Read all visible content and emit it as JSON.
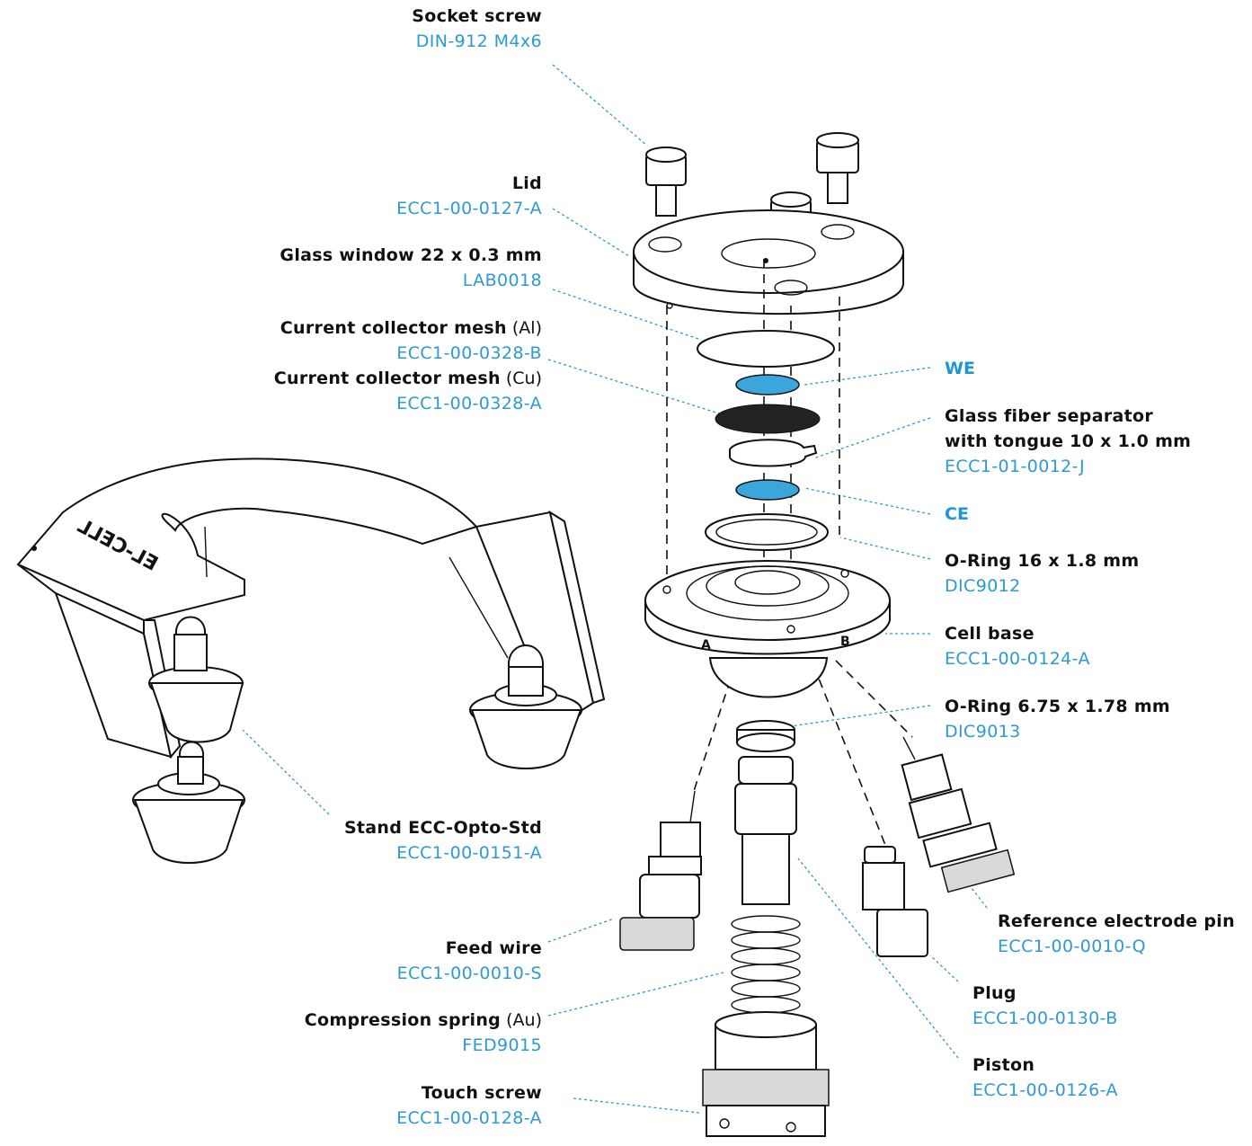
{
  "labels": {
    "socket_screw": {
      "name": "Socket screw",
      "code": "DIN-912 M4x6"
    },
    "lid": {
      "name": "Lid",
      "code": "ECC1-00-0127-A"
    },
    "glass_window": {
      "name": "Glass window 22 x 0.3 mm",
      "code": "LAB0018"
    },
    "mesh_al": {
      "name": "Current collector mesh",
      "note": "(Al)",
      "code": "ECC1-00-0328-B"
    },
    "mesh_cu": {
      "name": "Current collector mesh",
      "note": "(Cu)",
      "code": "ECC1-00-0328-A"
    },
    "stand": {
      "name": "Stand ECC-Opto-Std",
      "code": "ECC1-00-0151-A"
    },
    "feed_wire": {
      "name": "Feed wire",
      "code": "ECC1-00-0010-S"
    },
    "spring": {
      "name": "Compression spring",
      "note": "(Au)",
      "code": "FED9015"
    },
    "touch_screw": {
      "name": "Touch screw",
      "code": "ECC1-00-0128-A"
    },
    "we": {
      "tag": "WE"
    },
    "separator": {
      "name_line1": "Glass fiber separator",
      "name_line2": "with tongue 10 x 1.0 mm",
      "code": "ECC1-01-0012-J"
    },
    "ce": {
      "tag": "CE"
    },
    "oring_16": {
      "name": "O-Ring 16 x 1.8 mm",
      "code": "DIC9012"
    },
    "cell_base": {
      "name": "Cell base",
      "code": "ECC1-00-0124-A"
    },
    "oring_675": {
      "name": "O-Ring 6.75 x 1.78 mm",
      "code": "DIC9013"
    },
    "ref_pin": {
      "name": "Reference electrode pin",
      "code": "ECC1-00-0010-Q"
    },
    "plug": {
      "name": "Plug",
      "code": "ECC1-00-0130-B"
    },
    "piston": {
      "name": "Piston",
      "code": "ECC1-00-0126-A"
    }
  },
  "drawing": {
    "stand_stamp": "EL-CELL",
    "base_mark_a": "A",
    "base_mark_b": "B"
  },
  "colors": {
    "code_text": "#2d9ad1",
    "tag_text": "#1e96d6",
    "electrode_fill": "#3aa6dc"
  }
}
